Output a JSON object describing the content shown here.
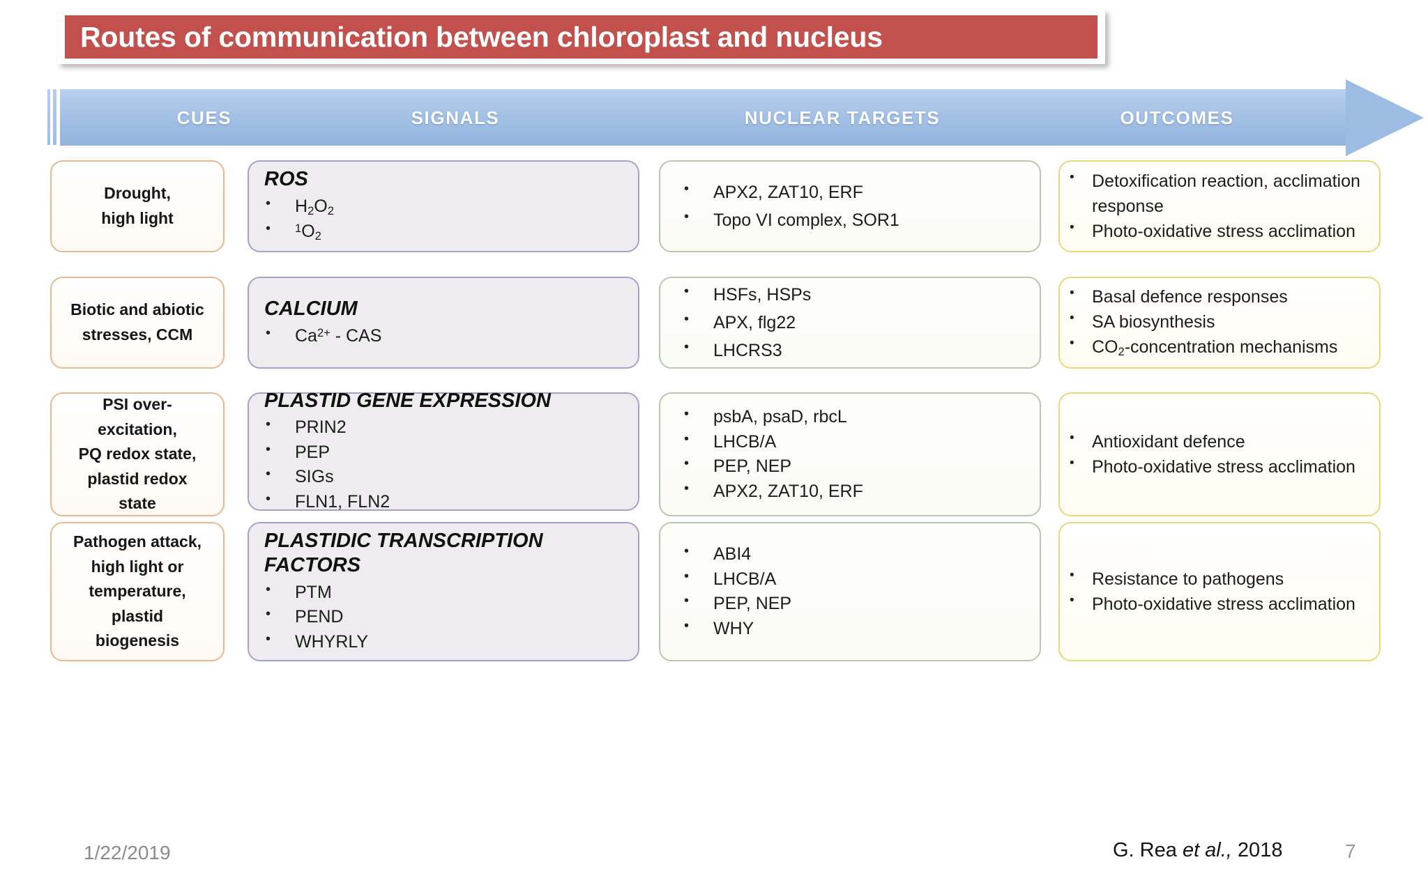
{
  "slide": {
    "title": "Routes of communication between chloroplast and nucleus",
    "banner_color": "#c2504d",
    "arrow_color": "#a5c2e6"
  },
  "arrow_header": {
    "columns": [
      "CUES",
      "SIGNALS",
      "NUCLEAR TARGETS",
      "OUTCOMES"
    ]
  },
  "rows": [
    {
      "cues": "Drought,\nhigh light",
      "signal_title": "ROS",
      "signal_items": [
        "H2O2",
        "1O2"
      ],
      "targets": [
        "APX2, ZAT10, ERF",
        "Topo VI complex, SOR1"
      ],
      "outcomes": [
        "Detoxification reaction, acclimation response",
        "Photo-oxidative stress acclimation"
      ]
    },
    {
      "cues": "Biotic and abiotic\nstresses, CCM",
      "signal_title": "CALCIUM",
      "signal_items": [
        "Ca2+ - CAS"
      ],
      "targets": [
        "HSFs, HSPs",
        "APX, flg22",
        "LHCRS3"
      ],
      "outcomes": [
        "Basal defence responses",
        "SA biosynthesis",
        "CO2-concentration mechanisms"
      ]
    },
    {
      "cues": "PSI over-\nexcitation,\nPQ redox state,\nplastid redox\nstate",
      "signal_title": "PLASTID GENE EXPRESSION",
      "signal_items": [
        "PRIN2",
        "PEP",
        "SIGs",
        "FLN1, FLN2"
      ],
      "targets": [
        "psbA, psaD, rbcL",
        "LHCB/A",
        "PEP, NEP",
        "APX2, ZAT10, ERF"
      ],
      "outcomes": [
        "Antioxidant defence",
        "Photo-oxidative stress acclimation"
      ]
    },
    {
      "cues": "Pathogen attack,\nhigh light or\ntemperature,\nplastid\nbiogenesis",
      "signal_title": "PLASTIDIC TRANSCRIPTION FACTORS",
      "signal_items": [
        "PTM",
        "PEND",
        "WHYRLY"
      ],
      "targets": [
        "ABI4",
        "LHCB/A",
        "PEP, NEP",
        "WHY"
      ],
      "outcomes": [
        "Resistance to pathogens",
        "Photo-oxidative stress acclimation"
      ]
    }
  ],
  "footer": {
    "date": "1/22/2019",
    "reference_author": "G. Rea ",
    "reference_italic": "et al.,",
    "reference_year": " 2018",
    "page_number": "7"
  }
}
